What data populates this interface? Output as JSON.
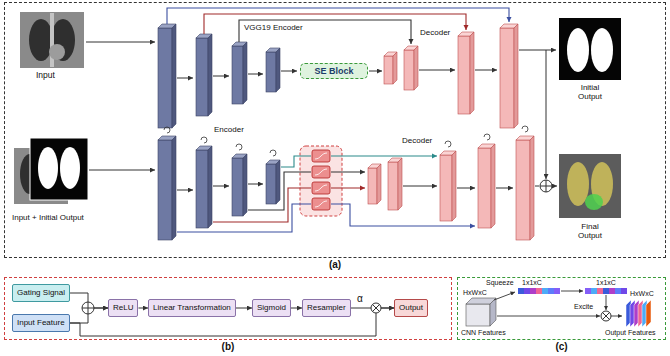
{
  "diagram": {
    "nodes": [
      {
        "text": [
          "(a)"
        ]
      },
      {
        "text": [
          "SE Block"
        ],
        "in": 0
      },
      {
        "text": [
          "(b)"
        ]
      },
      {
        "text": [
          "Gating Signal"
        ],
        "in": 2
      },
      {
        "text": [
          "Input Feature"
        ],
        "in": 2
      },
      {
        "text": [
          "ReLU"
        ],
        "in": 2
      },
      {
        "text": [
          "Linear Transformation"
        ],
        "in": 2
      },
      {
        "text": [
          "Sigmoid"
        ],
        "in": 2
      },
      {
        "text": [
          "Resampler"
        ],
        "in": 2
      },
      {
        "text": [
          "Output"
        ],
        "in": 2
      },
      {
        "text": [
          "(c)"
        ]
      }
    ],
    "edges": [
      {
        "from": 3,
        "to": 5,
        "arrow": "to"
      },
      {
        "from": 4,
        "to": 5,
        "arrow": "to"
      },
      {
        "from": 5,
        "to": 6,
        "arrow": "to"
      },
      {
        "from": 6,
        "to": 7,
        "arrow": "to"
      },
      {
        "from": 7,
        "to": 8,
        "arrow": "to"
      },
      {
        "from": 8,
        "to": 9,
        "arrow": "to"
      },
      {
        "from": 4,
        "to": 9,
        "arrow": "to"
      }
    ],
    "labels": [
      "Input",
      "VGG19 Encoder",
      "Decoder",
      "Initial Output",
      "Input + Initial Output",
      "Encoder",
      "Decoder",
      "Final Output",
      "α",
      "HxWxC",
      "CNN Features",
      "Squeeze",
      "1x1xC",
      "1x1xC",
      "Excite",
      "HxWxC",
      "Output Features"
    ]
  }
}
